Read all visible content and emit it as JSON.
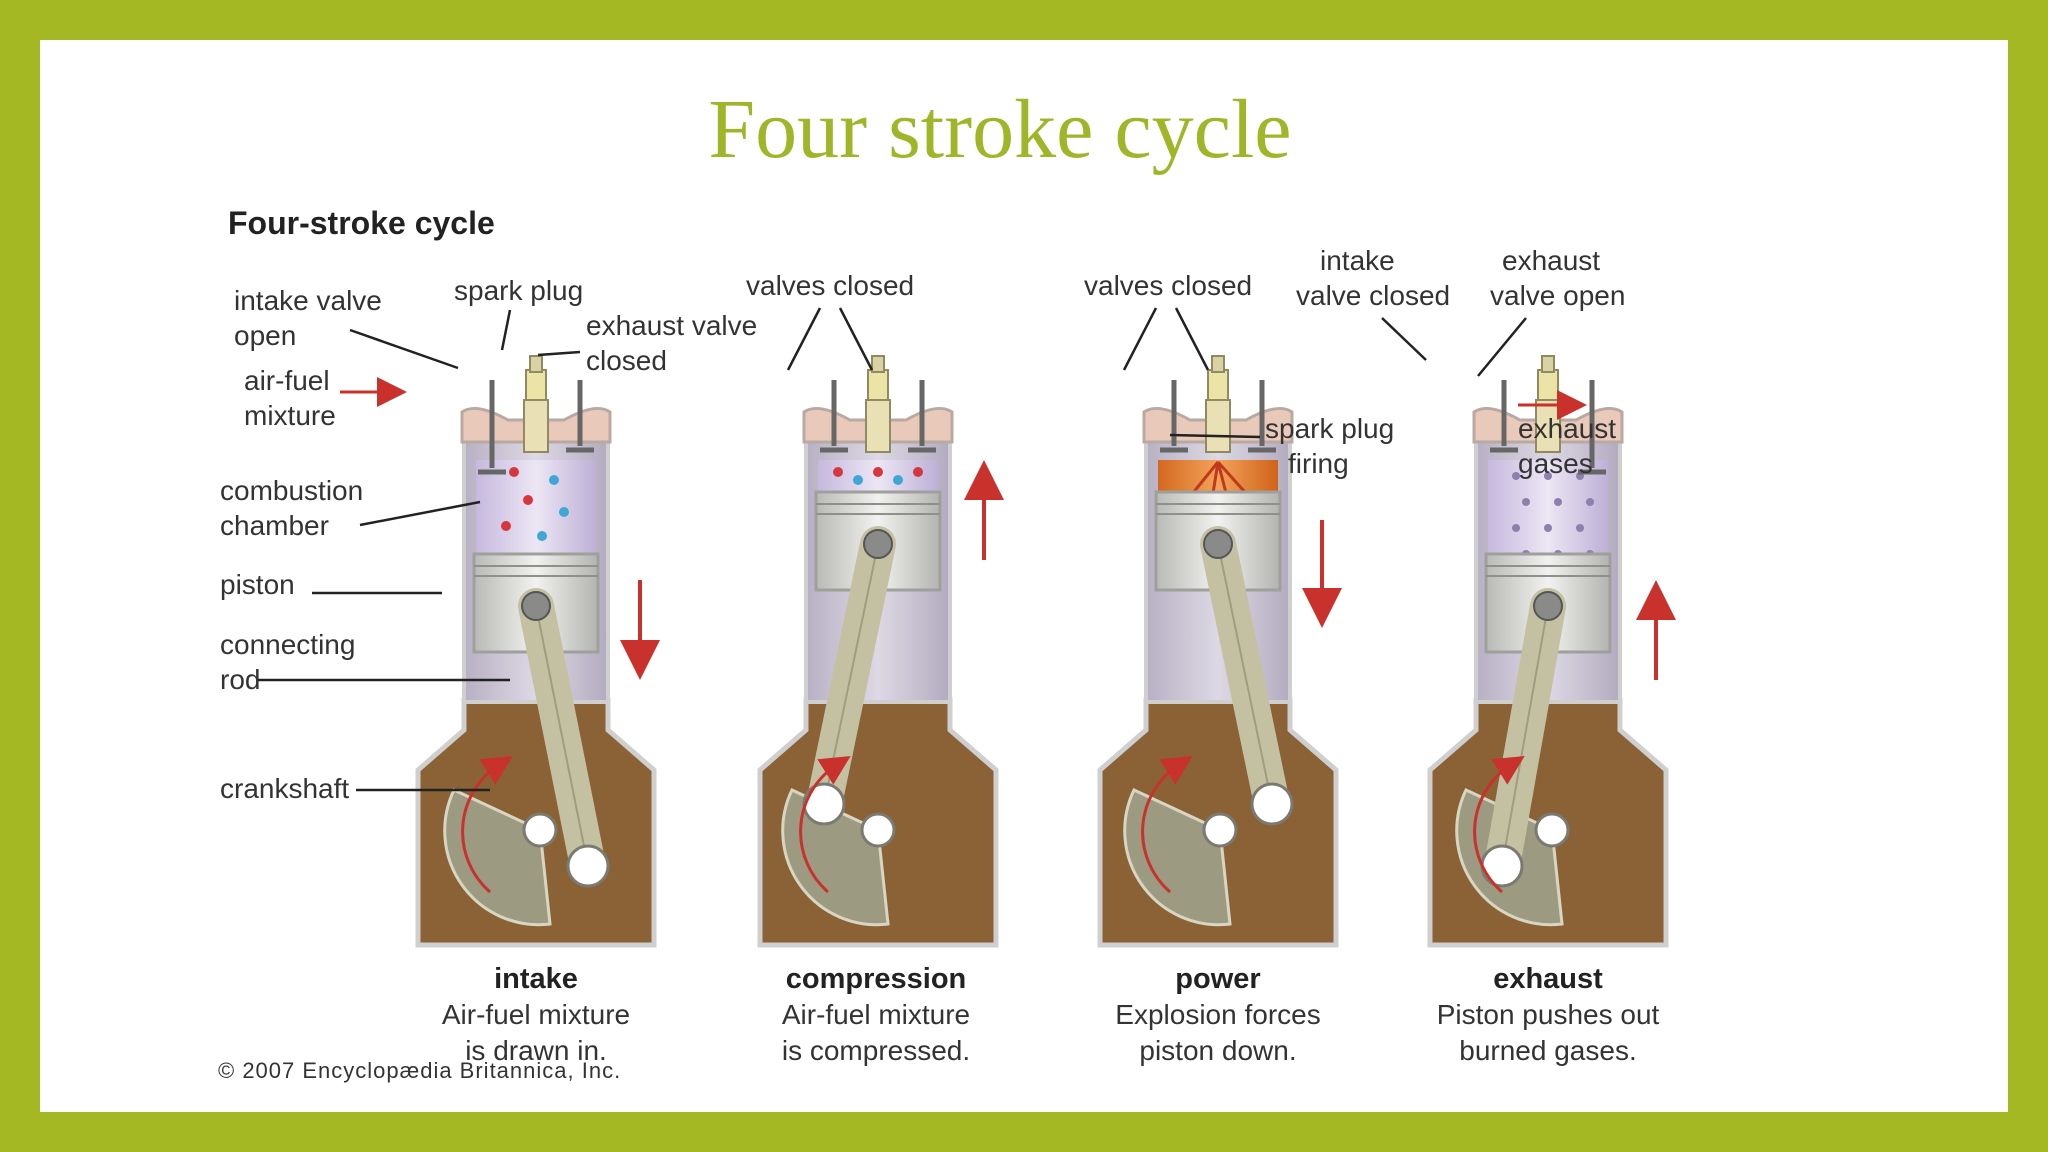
{
  "slide": {
    "title": "Four stroke cycle",
    "frame_color": "#a4b824",
    "title_color": "#a0b628"
  },
  "figure": {
    "title": "Four-stroke cycle",
    "copyright": "© 2007 Encyclopædia Britannica, Inc.",
    "labels": {
      "intake_valve_open": [
        "intake valve",
        "open"
      ],
      "spark_plug": "spark plug",
      "exhaust_valve_closed": [
        "exhaust valve",
        "closed"
      ],
      "air_fuel_mixture": [
        "air-fuel",
        "mixture"
      ],
      "combustion_chamber": [
        "combustion",
        "chamber"
      ],
      "piston": "piston",
      "connecting_rod": [
        "connecting",
        "rod"
      ],
      "crankshaft": "crankshaft",
      "valves_closed_compression": "valves closed",
      "valves_closed_power": "valves closed",
      "spark_plug_firing": [
        "spark plug",
        "firing"
      ],
      "intake_valve_closed": [
        "intake",
        "valve closed"
      ],
      "exhaust_valve_open": [
        "exhaust",
        "valve open"
      ],
      "exhaust_gases": [
        "exhaust",
        "gases"
      ]
    },
    "strokes": [
      {
        "name": "intake",
        "caption": [
          "Air-fuel mixture",
          "is drawn in."
        ],
        "piston_motion": "down"
      },
      {
        "name": "compression",
        "caption": [
          "Air-fuel mixture",
          "is compressed."
        ],
        "piston_motion": "up"
      },
      {
        "name": "power",
        "caption": [
          "Explosion forces",
          "piston down."
        ],
        "piston_motion": "down"
      },
      {
        "name": "exhaust",
        "caption": [
          "Piston pushes out",
          "burned gases."
        ],
        "piston_motion": "up"
      }
    ],
    "colors": {
      "crankcase": "#8a6236",
      "cylinder_wall": "#c9c3d0",
      "chamber_gas": "#d8cde6",
      "flame": "#e07a2e",
      "piston": "#d7d7d4",
      "rod": "#c4c1a3",
      "crank": "#9c9a80",
      "motion_arrow": "#c8312c",
      "fuel_blue": "#3fa7d6",
      "fuel_red": "#d6373f"
    }
  }
}
